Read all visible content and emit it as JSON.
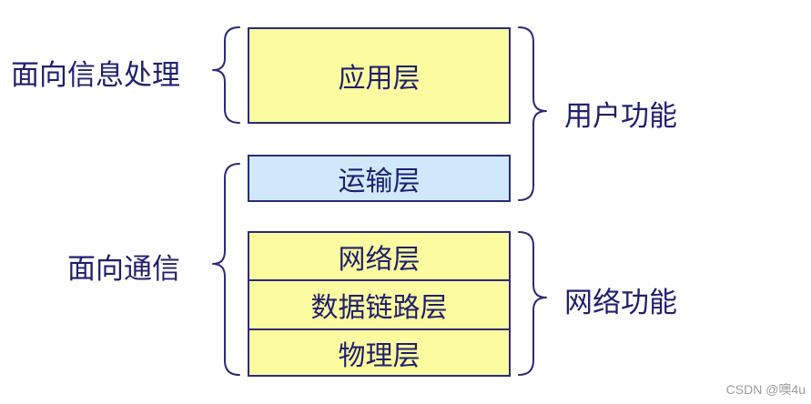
{
  "layers": {
    "application": "应用层",
    "transport": "运输层",
    "network": "网络层",
    "datalink": "数据链路层",
    "physical": "物理层"
  },
  "left_labels": {
    "info_processing": "面向信息处理",
    "communication": "面向通信"
  },
  "right_labels": {
    "user_functions": "用户功能",
    "network_functions": "网络功能"
  },
  "colors": {
    "layer_fill_yellow": "#fbfba0",
    "layer_fill_blue": "#cfe9fb",
    "text": "#1f1f6e",
    "brace": "#2a2a7a"
  },
  "watermark": "CSDN @噢4u"
}
